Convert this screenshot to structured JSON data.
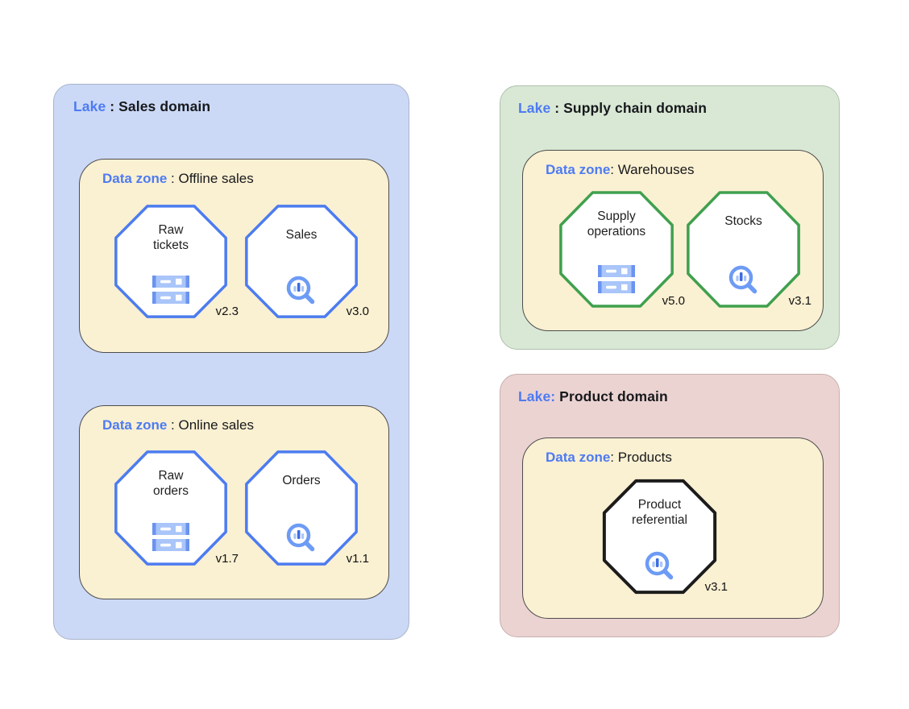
{
  "colors": {
    "label_blue": "#4D7BF2",
    "lake_sales_bg": "#CBD9F6",
    "lake_supply_bg": "#D9E8D5",
    "lake_product_bg": "#EBD3D2",
    "zone_bg": "#FAF0D2",
    "zone_border": "#4D4D4D",
    "octagon_blue_border": "#4C7CEF",
    "octagon_green_border": "#3FA04E",
    "octagon_black_border": "#1C1C1C",
    "icon_light_blue": "#A9C5F9",
    "icon_mid_blue": "#6D9BF5",
    "icon_dark_blue": "#3E6CDF"
  },
  "lakes": [
    {
      "label_prefix": "Lake",
      "label_rest": " : Sales domain",
      "zones": [
        {
          "label_prefix": "Data zone",
          "label_rest": " : Offline sales",
          "entities": [
            {
              "name": "Raw\ntickets",
              "version": "v2.3",
              "icon": "server-icon",
              "border_color": "blue"
            },
            {
              "name": "Sales",
              "version": "v3.0",
              "icon": "search-insights-icon",
              "border_color": "blue"
            }
          ]
        },
        {
          "label_prefix": "Data zone",
          "label_rest": " : Online sales",
          "entities": [
            {
              "name": "Raw\norders",
              "version": "v1.7",
              "icon": "server-icon",
              "border_color": "blue"
            },
            {
              "name": "Orders",
              "version": "v1.1",
              "icon": "search-insights-icon",
              "border_color": "blue"
            }
          ]
        }
      ]
    },
    {
      "label_prefix": "Lake",
      "label_rest": " : Supply chain domain",
      "zones": [
        {
          "label_prefix": "Data zone",
          "label_rest": ": Warehouses",
          "entities": [
            {
              "name": "Supply\noperations",
              "version": "v5.0",
              "icon": "server-icon",
              "border_color": "green"
            },
            {
              "name": "Stocks",
              "version": "v3.1",
              "icon": "search-insights-icon",
              "border_color": "green"
            }
          ]
        }
      ]
    },
    {
      "label_prefix": "Lake:",
      "label_rest": " Product domain",
      "zones": [
        {
          "label_prefix": "Data zone",
          "label_rest": ": Products",
          "entities": [
            {
              "name": "Product\nreferential",
              "version": "v3.1",
              "icon": "search-insights-icon",
              "border_color": "black"
            }
          ]
        }
      ]
    }
  ]
}
